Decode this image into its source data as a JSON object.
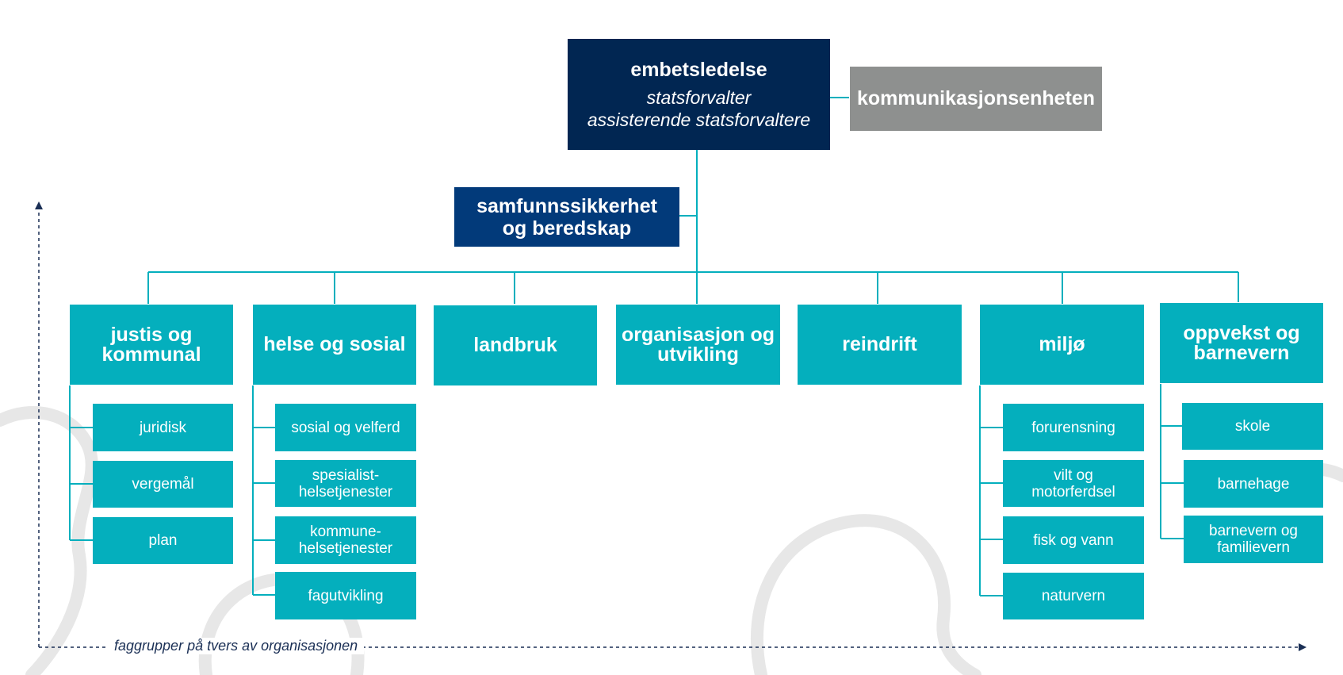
{
  "top": {
    "title": "embetsledelse",
    "subtitle1": "statsforvalter",
    "subtitle2": "assisterende statsforvaltere"
  },
  "staff": "kommunikasjonsenheten",
  "safety": {
    "line1": "samfunnssikkerhet",
    "line2": "og beredskap"
  },
  "departments": [
    {
      "title": [
        "justis og",
        "kommunal"
      ],
      "units": [
        [
          "juridisk"
        ],
        [
          "vergemål"
        ],
        [
          "plan"
        ]
      ]
    },
    {
      "title": [
        "helse og sosial"
      ],
      "units": [
        [
          "sosial og velferd"
        ],
        [
          "spesialist-",
          "helsetjenester"
        ],
        [
          "kommune-",
          "helsetjenester"
        ],
        [
          "fagutvikling"
        ]
      ]
    },
    {
      "title": [
        "landbruk"
      ],
      "units": []
    },
    {
      "title": [
        "organisasjon og",
        "utvikling"
      ],
      "units": []
    },
    {
      "title": [
        "reindrift"
      ],
      "units": []
    },
    {
      "title": [
        "miljø"
      ],
      "units": [
        [
          "forurensning"
        ],
        [
          "vilt og",
          "motorferdsel"
        ],
        [
          "fisk og vann"
        ],
        [
          "naturvern"
        ]
      ]
    },
    {
      "title": [
        "oppvekst og",
        "barnevern"
      ],
      "units": [
        [
          "skole"
        ],
        [
          "barnehage"
        ],
        [
          "barnevern og",
          "familievern"
        ]
      ]
    }
  ],
  "axis_label": "faggrupper på tvers av organisasjonen",
  "colors": {
    "top_box": "#012652",
    "safety_box": "#023a7a",
    "staff_box": "#8e908f",
    "department": "#04afbd",
    "connector": "#04afbd"
  }
}
